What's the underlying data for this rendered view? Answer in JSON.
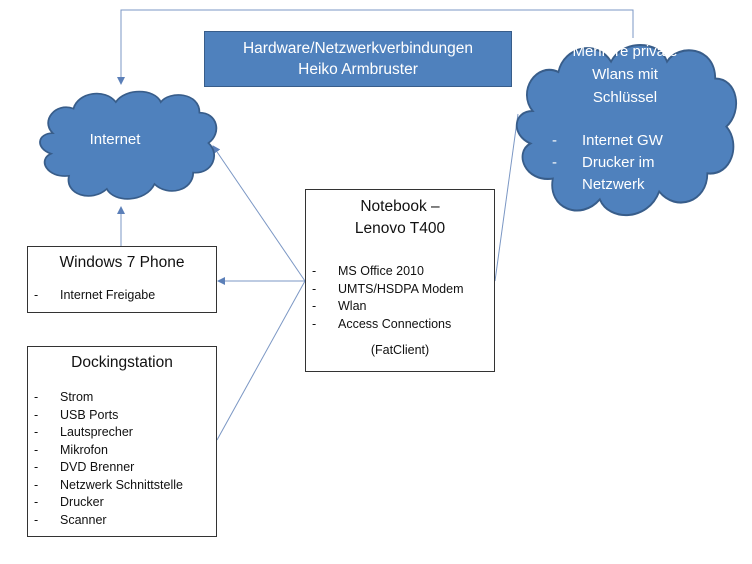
{
  "colors": {
    "shape_fill": "#4f81bd",
    "shape_stroke": "#385d8a",
    "connector": "#7b97c4",
    "text_light": "#ffffff",
    "text_dark": "#111111"
  },
  "title_box": {
    "line1": "Hardware/Netzwerkverbindungen",
    "line2": "Heiko Armbruster"
  },
  "internet_cloud": {
    "label": "Internet"
  },
  "wlan_cloud": {
    "lines": [
      "Mehrere private",
      "Wlans mit",
      "Schlüssel"
    ],
    "items": [
      "Internet GW",
      "Drucker im Netzwerk"
    ],
    "bullet": "-"
  },
  "notebook": {
    "title_line1": "Notebook –",
    "title_line2": "Lenovo T400",
    "items": [
      "MS Office 2010",
      "UMTS/HSDPA Modem",
      "Wlan",
      "Access Connections"
    ],
    "footer": "(FatClient)",
    "bullet": "-"
  },
  "phone": {
    "title": "Windows 7 Phone",
    "items": [
      "Internet Freigabe"
    ],
    "bullet": "-"
  },
  "docking": {
    "title": "Dockingstation",
    "items": [
      "Strom",
      "USB Ports",
      "Lautsprecher",
      "Mikrofon",
      "DVD Brenner",
      "Netzwerk Schnittstelle",
      "Drucker",
      "Scanner"
    ],
    "bullet": "-"
  },
  "connections": [
    {
      "from": "wlan-cloud",
      "to": "internet-cloud",
      "arrow": "end"
    },
    {
      "from": "notebook",
      "to": "internet-cloud",
      "arrow": "end"
    },
    {
      "from": "notebook",
      "to": "phone",
      "arrow": "end"
    },
    {
      "from": "phone",
      "to": "internet-cloud",
      "arrow": "end"
    },
    {
      "from": "notebook",
      "to": "docking",
      "arrow": "none"
    },
    {
      "from": "notebook",
      "to": "wlan-cloud",
      "arrow": "none"
    }
  ]
}
